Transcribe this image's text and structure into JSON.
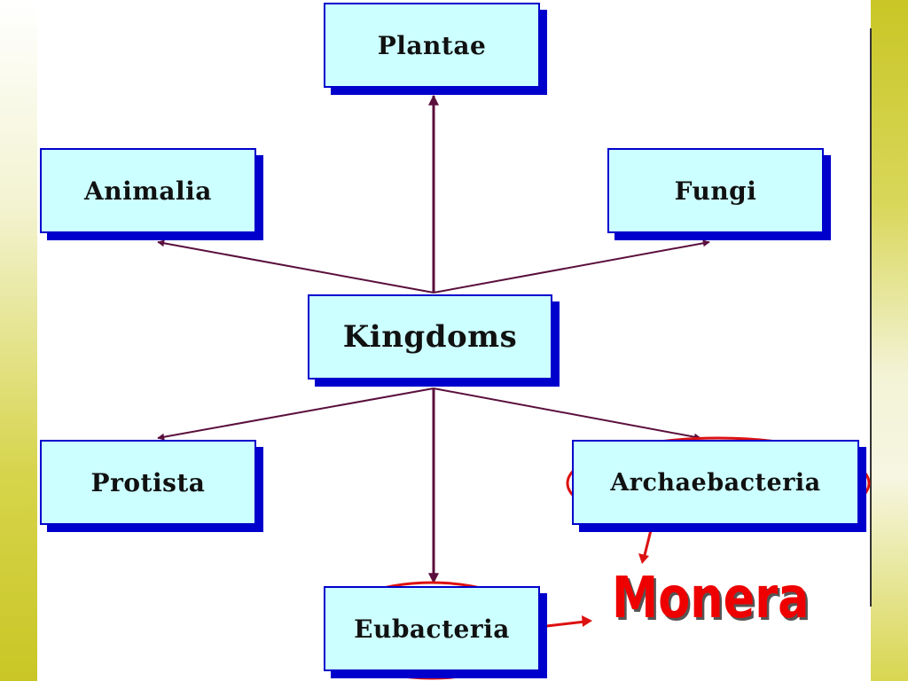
{
  "center": {
    "label": "Kingdoms"
  },
  "kingdoms": {
    "plantae": "Plantae",
    "animalia": "Animalia",
    "fungi": "Fungi",
    "protista": "Protista",
    "archaebacteria": "Archaebacteria",
    "eubacteria": "Eubacteria"
  },
  "callout": {
    "label": "Monera"
  },
  "colors": {
    "box_fill": "#ccffff",
    "box_border": "#0000cc",
    "arrow": "#5a0f3c",
    "highlight": "#dd1111"
  }
}
